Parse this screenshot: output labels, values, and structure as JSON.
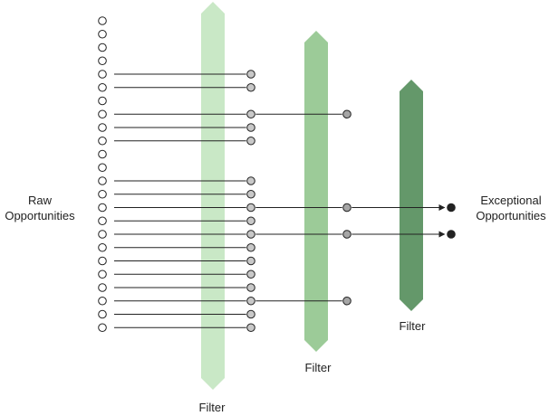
{
  "labels": {
    "raw_line1": "Raw",
    "raw_line2": "Opportunities",
    "exceptional_line1": "Exceptional",
    "exceptional_line2": "Opportunities",
    "filter1": "Filter",
    "filter2": "Filter",
    "filter3": "Filter"
  },
  "colors": {
    "filter1": "#c9e8c6",
    "filter2": "#9ccb98",
    "filter3": "#64986a",
    "raw_dot_fill": "#ffffff",
    "stage1_dot_fill": "#c8c8c8",
    "stage2_dot_fill": "#a6a6a6",
    "final_dot_fill": "#222222",
    "line": "#222222"
  },
  "diagram": {
    "raw_count": 24,
    "passed_filter1_rows": [
      4,
      5,
      7,
      8,
      9,
      12,
      13,
      14,
      15,
      16,
      17,
      18,
      19,
      20,
      21,
      22,
      23
    ],
    "passed_filter2_rows": [
      7,
      14,
      16,
      21
    ],
    "passed_filter3_rows": [
      14,
      16
    ]
  }
}
